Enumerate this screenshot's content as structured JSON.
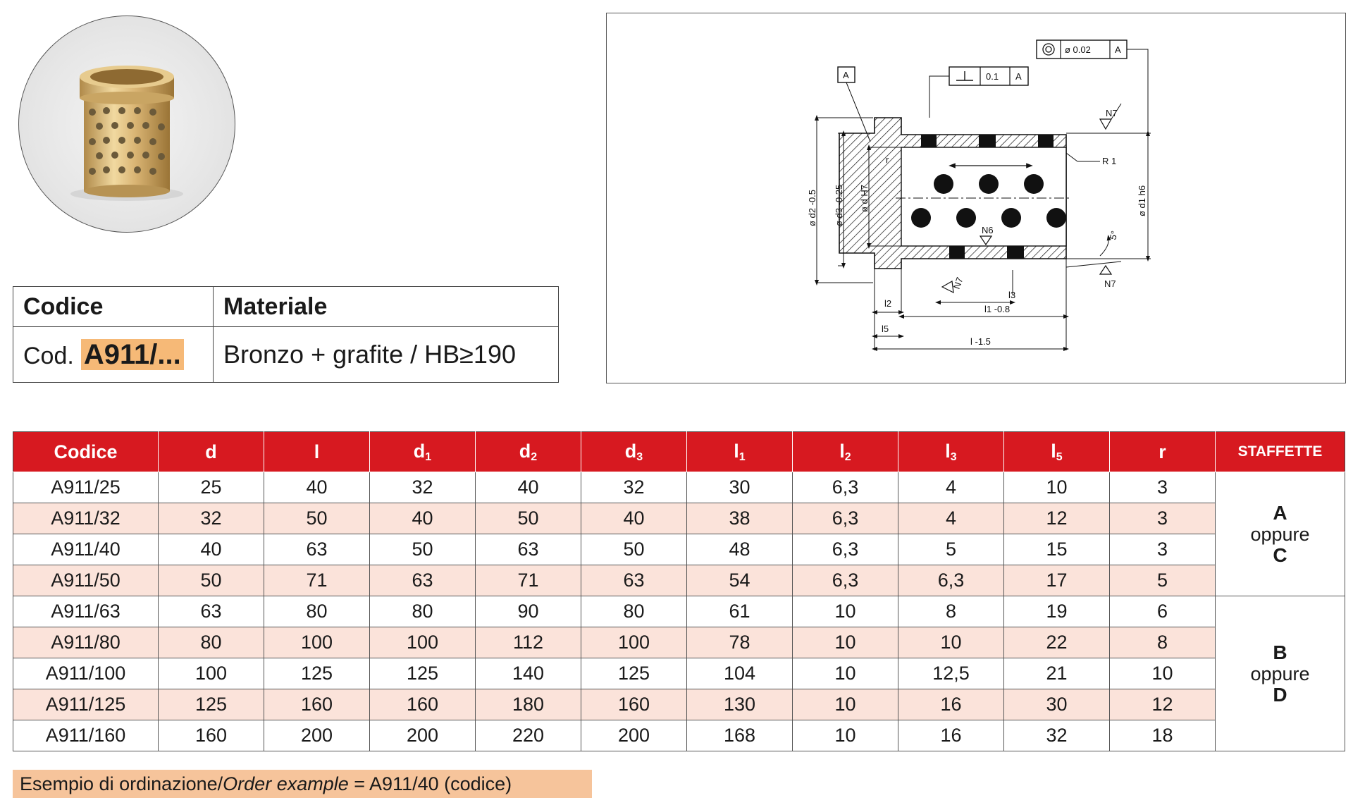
{
  "info": {
    "code_header": "Codice",
    "material_header": "Materiale",
    "code_prefix": "Cod.",
    "code_value": "A911/...",
    "material_value": "Bronzo + grafite / HB≥190"
  },
  "drawing": {
    "labels": {
      "datum_a": "A",
      "perp_tol": "0.1",
      "perp_ref": "A",
      "conc_tol": "ø 0.02",
      "conc_ref": "A",
      "n7_top": "N7",
      "n7_right": "N7",
      "n7_left": "N7",
      "n6": "N6",
      "r1": "R 1",
      "d2": "ø d2 -0.5",
      "d3": "ø d3 -0.25",
      "d": "ø d H7",
      "d1": "ø d1 h6",
      "r": "r",
      "angle": "5°",
      "l3": "l3",
      "l2": "l2",
      "l1": "l1 -0.8",
      "l5": "l5",
      "l": "l -1.5"
    }
  },
  "table": {
    "headers": [
      {
        "main": "Codice",
        "sub": ""
      },
      {
        "main": "d",
        "sub": ""
      },
      {
        "main": "l",
        "sub": ""
      },
      {
        "main": "d",
        "sub": "1"
      },
      {
        "main": "d",
        "sub": "2"
      },
      {
        "main": "d",
        "sub": "3"
      },
      {
        "main": "l",
        "sub": "1"
      },
      {
        "main": "l",
        "sub": "2"
      },
      {
        "main": "l",
        "sub": "3"
      },
      {
        "main": "l",
        "sub": "5"
      },
      {
        "main": "r",
        "sub": ""
      },
      {
        "main": "STAFFETTE",
        "sub": ""
      }
    ],
    "rows": [
      [
        "A911/25",
        "25",
        "40",
        "32",
        "40",
        "32",
        "30",
        "6,3",
        "4",
        "10",
        "3"
      ],
      [
        "A911/32",
        "32",
        "50",
        "40",
        "50",
        "40",
        "38",
        "6,3",
        "4",
        "12",
        "3"
      ],
      [
        "A911/40",
        "40",
        "63",
        "50",
        "63",
        "50",
        "48",
        "6,3",
        "5",
        "15",
        "3"
      ],
      [
        "A911/50",
        "50",
        "71",
        "63",
        "71",
        "63",
        "54",
        "6,3",
        "6,3",
        "17",
        "5"
      ],
      [
        "A911/63",
        "63",
        "80",
        "80",
        "90",
        "80",
        "61",
        "10",
        "8",
        "19",
        "6"
      ],
      [
        "A911/80",
        "80",
        "100",
        "100",
        "112",
        "100",
        "78",
        "10",
        "10",
        "22",
        "8"
      ],
      [
        "A911/100",
        "100",
        "125",
        "125",
        "140",
        "125",
        "104",
        "10",
        "12,5",
        "21",
        "10"
      ],
      [
        "A911/125",
        "125",
        "160",
        "160",
        "180",
        "160",
        "130",
        "10",
        "16",
        "30",
        "12"
      ],
      [
        "A911/160",
        "160",
        "200",
        "200",
        "220",
        "200",
        "168",
        "10",
        "16",
        "32",
        "18"
      ]
    ],
    "staffette": [
      {
        "top": "A",
        "mid": "oppure",
        "bottom": "C"
      },
      {
        "top": "B",
        "mid": "oppure",
        "bottom": "D"
      }
    ]
  },
  "order_example": {
    "prefix": "Esempio di ordinazione/",
    "italic": "Order example",
    "suffix": " = A911/40 (codice)"
  }
}
